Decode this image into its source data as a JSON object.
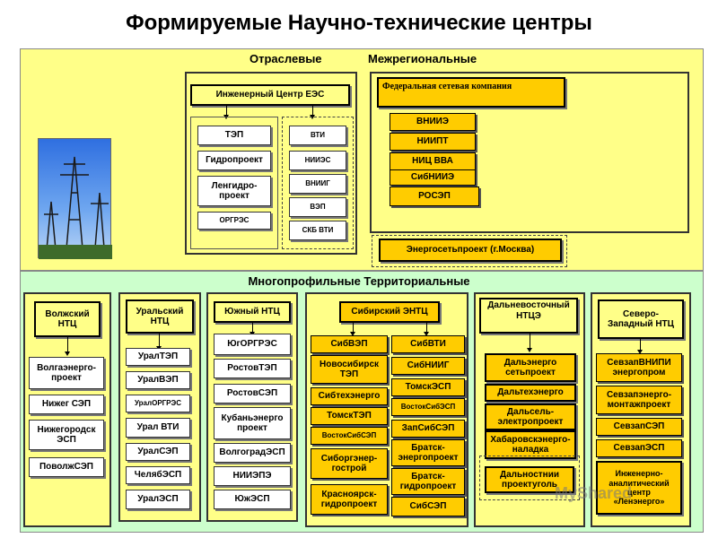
{
  "title": "Формируемые Научно-технические центры",
  "colors": {
    "top_band": "#ffff88",
    "bottom_band": "#ccffcc",
    "gold": "#ffcc00"
  },
  "top": {
    "sectoral_label": "Отраслевые",
    "interregional_label": "Межрегиональные",
    "ees": {
      "head": "Инженерный Центр ЕЭС",
      "left_col": [
        "ТЭП",
        "Гидропроект",
        "Ленгидро-\nпроект",
        "ОРГРЭС"
      ],
      "right_col": [
        "ВТИ",
        "НИИЭС",
        "ВНИИГ",
        "ВЭП",
        "СКБ ВТИ"
      ]
    },
    "fsk": {
      "head": "Федеральная сетевая компания",
      "items": [
        "ВНИИЭ",
        "НИИПТ",
        "НИЦ ВВА",
        "СибНИИЭ",
        "РОСЭП"
      ]
    },
    "energoset": "Энергосетьпроект (г.Москва)"
  },
  "bottom": {
    "label": "Многопрофильные Территориальные",
    "volga": {
      "head": "Волжский\nНТЦ",
      "items": [
        "Волгаэнерго-\nпроект",
        "Нижег СЭП",
        "Нижегородск\nЭСП",
        "ПоволжСЭП"
      ]
    },
    "ural": {
      "head": "Уральский\nНТЦ",
      "items": [
        "УралТЭП",
        "УралВЭП",
        "УралОРГРЭС",
        "Урал ВТИ",
        "УралСЭП",
        "ЧелябЭСП",
        "УралЭСП"
      ]
    },
    "south": {
      "head": "Южный НТЦ",
      "items": [
        "ЮгОРГРЭС",
        "РостовТЭП",
        "РостовСЭП",
        "Кубаньэнерго\nпроект",
        "ВолгоградЭСП",
        "НИИЭПЭ",
        "ЮжЭСП"
      ]
    },
    "siberia": {
      "head": "Сибирский ЭНТЦ",
      "left": [
        "СибВЭП",
        "Новосибирск\nТЭП",
        "Сибтехэнерго",
        "ТомскТЭП",
        "ВостокСибСЭП",
        "Сиборгэнер-\nгострой",
        "Красноярск-\nгидропроект"
      ],
      "right": [
        "СибВТИ",
        "СибНИИГ",
        "ТомскЭСП",
        "ВостокСибЭСП",
        "ЗапСибСЭП",
        "Братск-\nэнергопроект",
        "Братск-\nгидропроект",
        "СибСЭП"
      ]
    },
    "far_east": {
      "head": "Дальневосточный\nНТЦЭ",
      "items": [
        "Дальэнерго\nсетьпроект",
        "Дальтехэнерго",
        "Дальсель-\nэлектропроект",
        "Хабаровскэнерго-\nналадка",
        "Дальностнии\nпроектуголь"
      ]
    },
    "north_west": {
      "head": "Северо-\nЗападный НТЦ",
      "items": [
        "СевзапВНИПИ\nэнергопром",
        "Севзапэнерго-\nмонтажпроект",
        "СевзапСЭП",
        "СевзапЭСП",
        "Инженерно-\nаналитический\nцентр\n«Ленэнерго»"
      ]
    }
  },
  "watermark": "MyShared"
}
